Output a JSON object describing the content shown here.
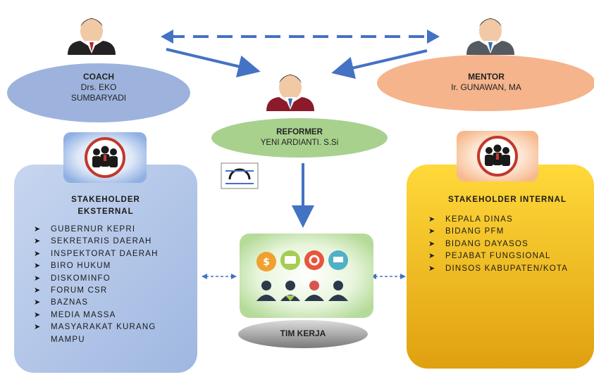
{
  "coach": {
    "title": "COACH",
    "name": "Drs. EKO SUMBARYADI"
  },
  "mentor": {
    "title": "MENTOR",
    "name": "Ir. GUNAWAN, MA"
  },
  "reformer": {
    "title": "REFORMER",
    "name": "YENI ARDIANTI. S.Si"
  },
  "stakeholder_external": {
    "title": "STAKEHOLDER EKSTERNAL",
    "items": [
      "GUBERNUR KEPRI",
      "SEKRETARIS DAERAH",
      "INSPEKTORAT DAERAH",
      "BIRO HUKUM",
      "DISKOMINFO",
      "FORUM CSR",
      "BAZNAS",
      "MEDIA MASSA",
      "MASYARAKAT KURANG MAMPU"
    ]
  },
  "stakeholder_internal": {
    "title": "STAKEHOLDER INTERNAL",
    "items": [
      "KEPALA  DINAS",
      "BIDANG PFM",
      "BIDANG DAYASOS",
      "PEJABAT FUNGSIONAL",
      "DINSOS KABUPATEN/KOTA"
    ]
  },
  "team": {
    "label": "TIM KERJA"
  },
  "colors": {
    "coach_ellipse": "#9db3dd",
    "mentor_ellipse": "#f5b48c",
    "reformer_ellipse": "#a9d18e",
    "external_box": "#adc2e5",
    "internal_box": "#f2b418",
    "arrow": "#4472c4",
    "team_tile": "#c8e6b4",
    "team_label_bg": "#8c8c8c"
  }
}
